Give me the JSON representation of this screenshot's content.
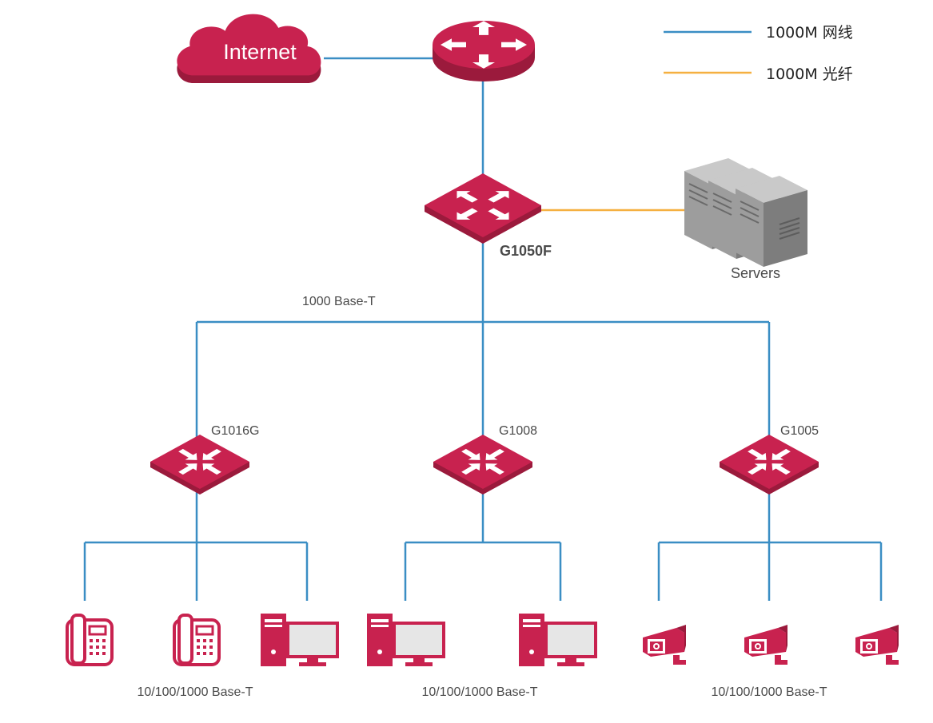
{
  "colors": {
    "ethernet": "#3a8ec4",
    "fiber": "#f5b041",
    "device": "#c8224f",
    "device_dark": "#9b1a3c",
    "server": "#8f8f8f"
  },
  "legend": {
    "ethernet_label": "1000M 网线",
    "fiber_label": "1000M 光纤"
  },
  "internet": {
    "label": "Internet",
    "icon": "cloud-icon"
  },
  "router": {
    "icon": "router-icon"
  },
  "core_switch": {
    "label": "G1050F",
    "icon": "switch-icon"
  },
  "servers": {
    "label": "Servers",
    "icon": "server-icon"
  },
  "uplink_label": "1000 Base-T",
  "access_switches": [
    {
      "label": "G1016G",
      "icon": "switch-icon",
      "endpoint_label": "10/100/1000 Base-T"
    },
    {
      "label": "G1008",
      "icon": "switch-icon",
      "endpoint_label": "10/100/1000 Base-T"
    },
    {
      "label": "G1005",
      "icon": "switch-icon",
      "endpoint_label": "10/100/1000 Base-T"
    }
  ],
  "endpoints": [
    {
      "icon": "ip-phone-icon"
    },
    {
      "icon": "ip-phone-icon"
    },
    {
      "icon": "desktop-pc-icon"
    },
    {
      "icon": "desktop-pc-icon"
    },
    {
      "icon": "desktop-pc-icon"
    },
    {
      "icon": "camera-icon"
    },
    {
      "icon": "camera-icon"
    },
    {
      "icon": "camera-icon"
    }
  ]
}
